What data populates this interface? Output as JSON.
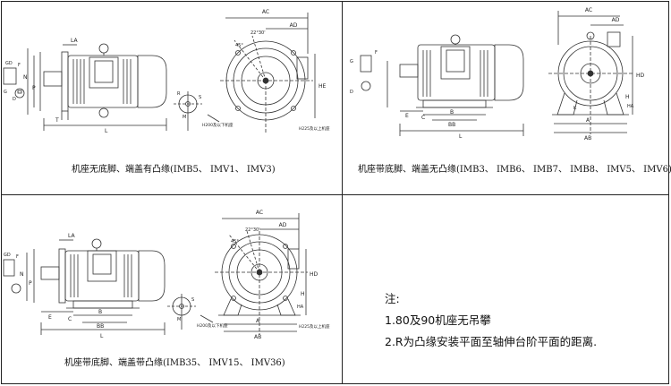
{
  "captions": {
    "tl": "机座无底脚、端盖有凸缘(IMB5、 IMV1、 IMV3)",
    "tr": "机座带底脚、端盖无凸缘(IMB3、 IMB6、 IMB7、 IMB8、 IMV5、 IMV6)",
    "bl": "机座带底脚、端盖带凸缘(IMB35、 IMV15、 IMV36)"
  },
  "notes": {
    "title": "注:",
    "line1": "1.80及90机座无吊攀",
    "line2": "2.R为凸缘安装平面至轴伸台阶平面的距离."
  },
  "labels": {
    "AC": "AC",
    "AD": "AD",
    "HE": "HE",
    "HD": "HD",
    "H": "H",
    "L": "L",
    "LA": "LA",
    "T": "T",
    "N": "N",
    "P": "P",
    "M": "M",
    "S": "S",
    "A": "A",
    "AB": "AB",
    "B": "B",
    "BB": "BB",
    "C": "C",
    "K": "K",
    "HA": "HA",
    "E": "E",
    "F": "F",
    "G": "G",
    "GD": "GD",
    "D": "D",
    "R": "R",
    "deg45": "45°",
    "deg22": "22°30'",
    "h200": "H200及以下机座",
    "h225": "H225及以上机座"
  }
}
